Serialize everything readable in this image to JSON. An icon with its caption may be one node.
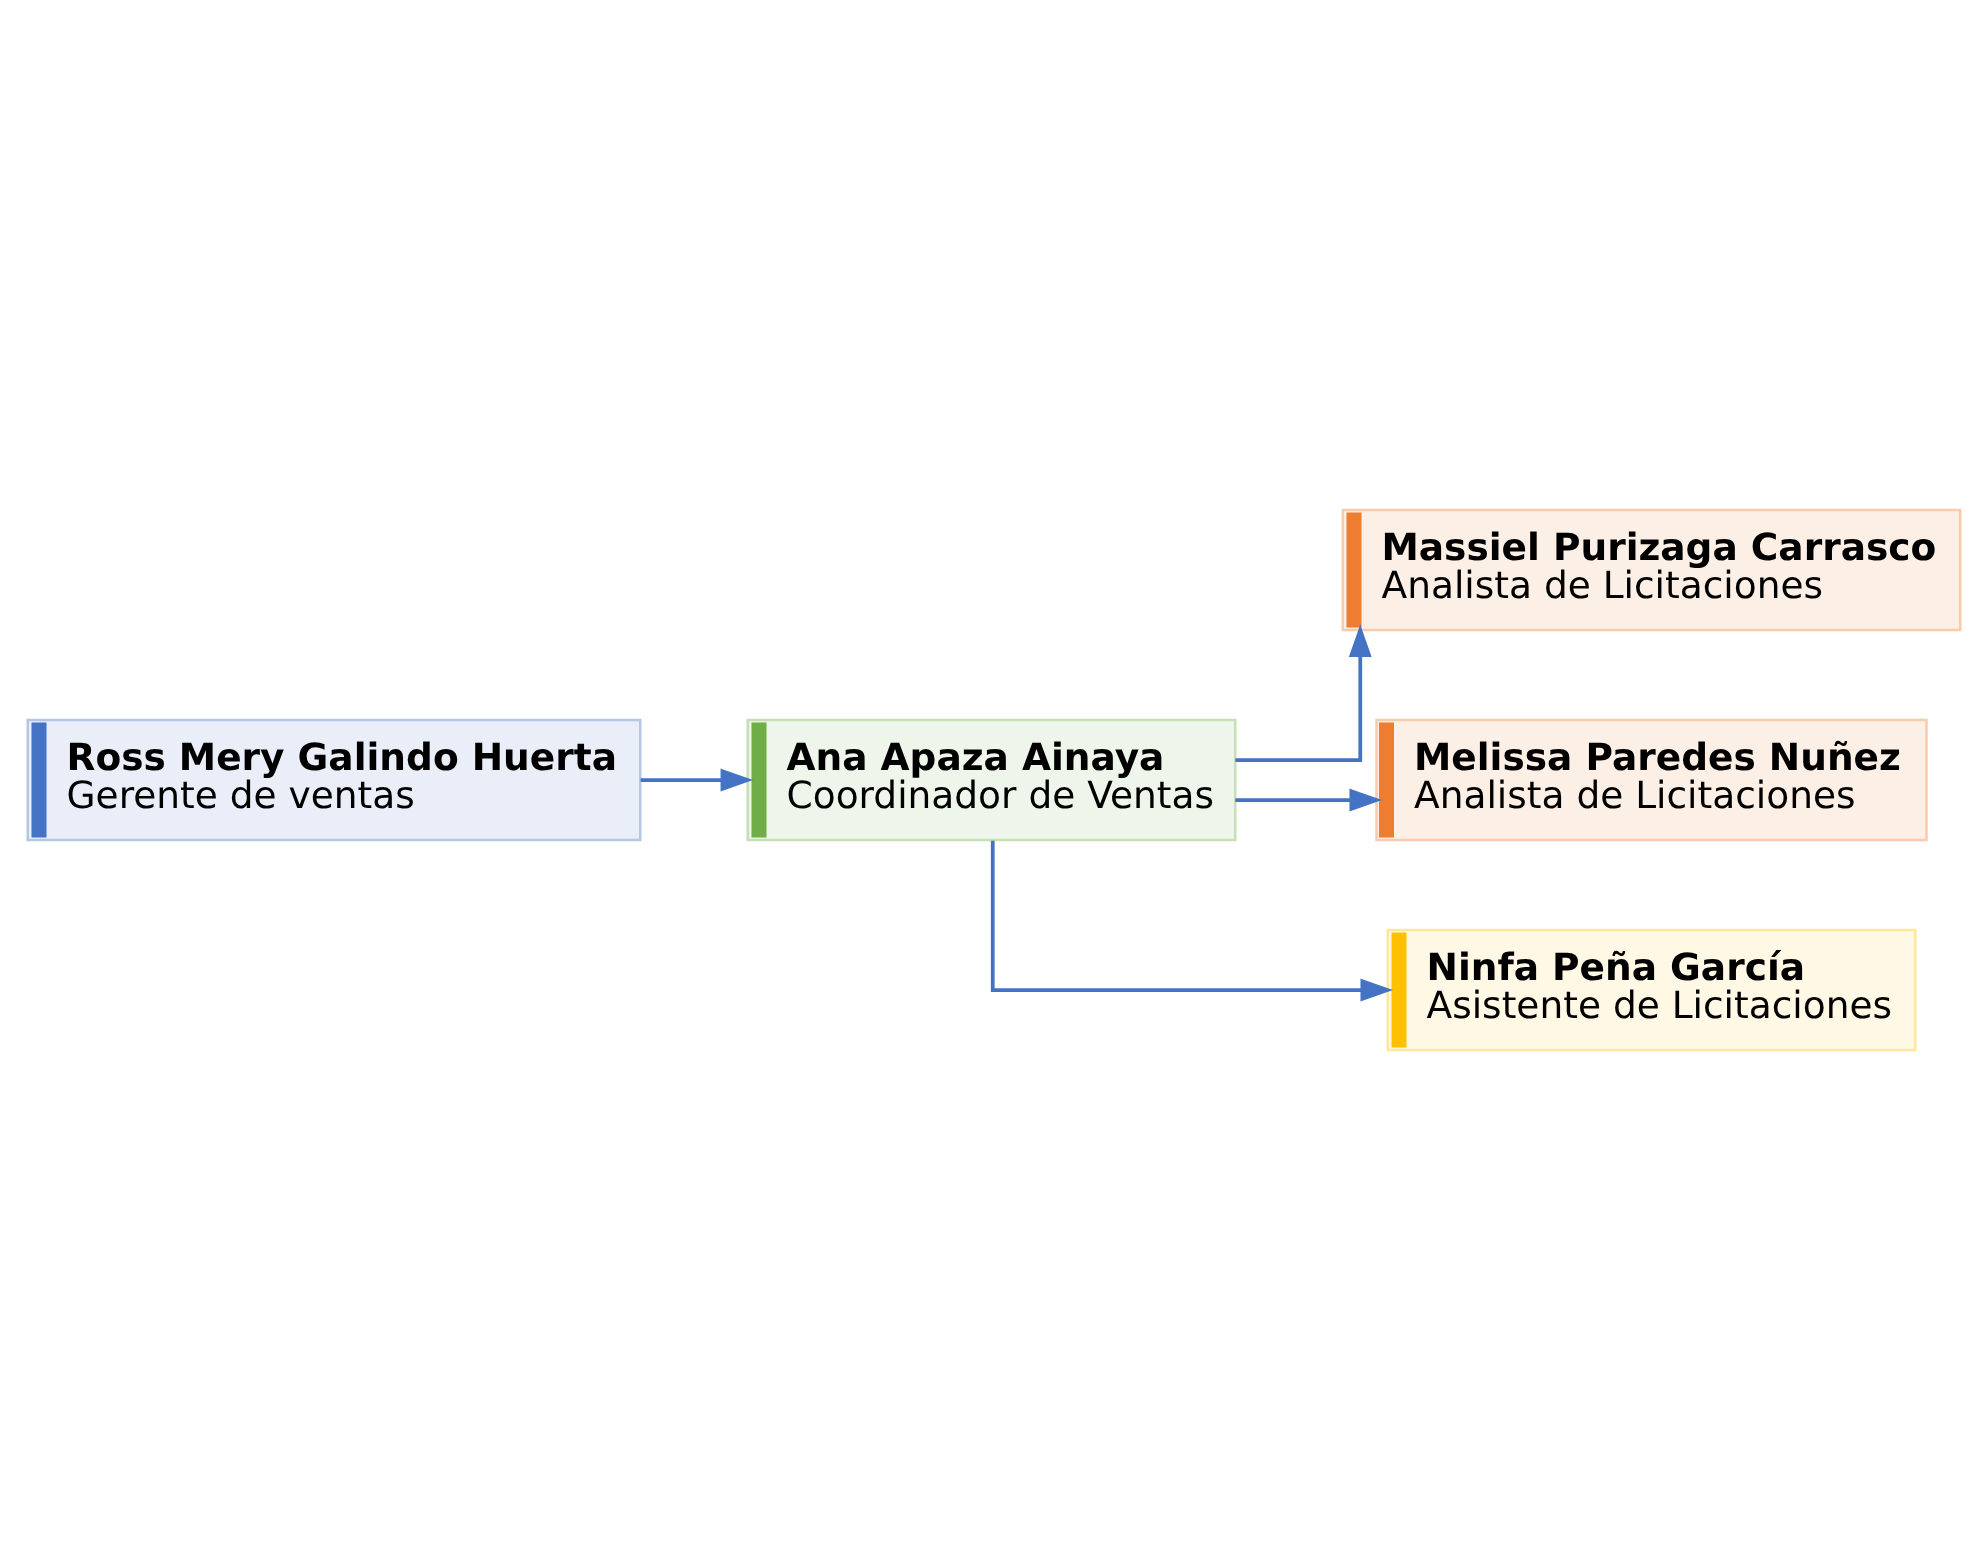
{
  "diagram": {
    "nodes": [
      {
        "text": [
          "Ross Mery Galindo Huerta",
          "Gerente de ventas"
        ]
      },
      {
        "text": [
          "Ana Apaza Ainaya",
          "Coordinador de Ventas"
        ]
      },
      {
        "text": [
          "Massiel Purizaga Carrasco",
          "Analista de Licitaciones"
        ]
      },
      {
        "text": [
          "Melissa Paredes Nuñez",
          "Analista de Licitaciones"
        ]
      },
      {
        "text": [
          "Ninfa Peña García",
          "Asistente de Licitaciones"
        ]
      }
    ],
    "edges": [
      {
        "from": 0,
        "to": 1,
        "arrow": "to"
      },
      {
        "from": 1,
        "to": 2,
        "arrow": "to"
      },
      {
        "from": 1,
        "to": 3,
        "arrow": "to"
      },
      {
        "from": 1,
        "to": 4,
        "arrow": "to"
      }
    ]
  }
}
